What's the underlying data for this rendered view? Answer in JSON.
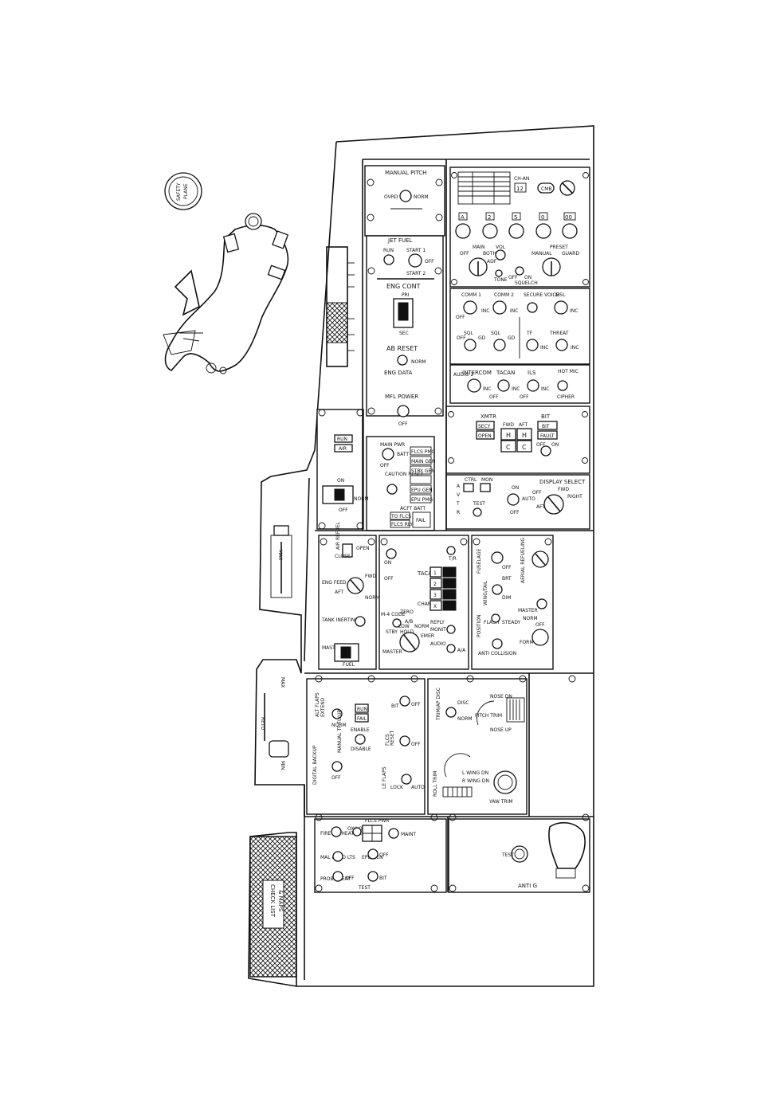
{
  "stick_button_label": "SAFETY\nPLANE",
  "manual_pitch": {
    "title": "MANUAL PITCH",
    "left": "OVRD",
    "right": "NORM"
  },
  "jet_fuel": {
    "title": "JET FUEL",
    "run": "RUN",
    "start1": "START 1",
    "start2": "START 2",
    "off": "OFF"
  },
  "eng_cont": {
    "title": "ENG CONT",
    "pri": "PRI",
    "sec": "SEC"
  },
  "ab_reset": {
    "title": "AB RESET",
    "norm": "NORM",
    "eng_data": "ENG DATA"
  },
  "mfl_power": {
    "title": "MFL POWER",
    "off": "OFF"
  },
  "comm_radio": {
    "ch_label": "CH-AN",
    "ch_value": "12",
    "chr": "CMB",
    "digits": [
      "A",
      "2",
      "5",
      "0",
      "00"
    ],
    "main": "MAIN",
    "both": "BOTH",
    "adf": "ADF",
    "vol": "VOL",
    "preset": "PRESET",
    "manual": "MANUAL",
    "guard": "GUARD",
    "off": "OFF",
    "tone": "TONE",
    "squelch": "SQUELCH",
    "on": "ON"
  },
  "audio1": {
    "comm1": "COMM 1",
    "comm2": "COMM 2",
    "secure_voice": "SECURE VOICE",
    "msl": "MSL",
    "inc": "INC",
    "off": "OFF",
    "sql": "SQL",
    "gd": "GD",
    "tf": "TF",
    "threat": "THREAT"
  },
  "audio2": {
    "side": "AUDIO 2",
    "intercom": "INTERCOM",
    "tacan": "TACAN",
    "ils": "ILS",
    "hot_mic": "HOT MIC",
    "inc": "INC",
    "off": "OFF",
    "cipher": "CIPHER"
  },
  "xmtr": {
    "title": "XMTR",
    "bit": "BIT",
    "secy": "SECY",
    "open": "OPEN",
    "fwd": "FWD",
    "aft": "AFT",
    "h": "H",
    "c": "C",
    "fault": "FAULT",
    "off": "OFF",
    "on": "ON"
  },
  "ant": {
    "ctrl": "CTRL",
    "mon": "MON",
    "test": "TEST",
    "side": [
      "A",
      "V",
      "T",
      "R"
    ],
    "display_select": "DISPLAY SELECT",
    "on": "ON",
    "auto": "AUTO",
    "off": "OFF",
    "aft": "AFT",
    "fwd": "FWD",
    "right": "RIGHT"
  },
  "main_pwr": {
    "main_pwr": "MAIN PWR",
    "batt": "BATT",
    "off": "OFF",
    "caution_reset": "CAUTION RESET",
    "elec_lights": [
      "FLCS PMG",
      "MAIN GEN",
      "STBY GEN",
      "",
      "EPU GEN",
      "EPU PMG"
    ],
    "acft_batt": "ACFT BATT",
    "to_flcs": "TO FLCS",
    "flcs rly": "FLCS RLY",
    "fail": "FAIL"
  },
  "epu": {
    "run": "RUN",
    "air": "AIR",
    "on": "ON",
    "norm": "NORM",
    "off": "OFF"
  },
  "fuel_panel": {
    "air_refuel": "AIR REFUEL",
    "open": "OPEN",
    "close": "CLOSE",
    "eng_feed": "ENG FEED",
    "aft": "AFT",
    "fwd": "FWD",
    "norm": "NORM",
    "tank_inerting": "TANK INERTING",
    "master": "MASTER",
    "fuel": "FUEL"
  },
  "ifr_iff": {
    "on": "ON",
    "off": "OFF",
    "m4_code": "M-4 CODE",
    "zero": "ZERO",
    "hold": "HOLD",
    "a_b": "A/B",
    "tacan": "TACAN",
    "channel": "CHANNEL",
    "master": "MASTER",
    "stby": "STBY",
    "norm": "NORM",
    "emer": "EMER",
    "low": "LOW",
    "reply": "REPLY",
    "monitor": "MONITOR",
    "audio": "AUDIO",
    "tr": "T/R",
    "aa": "A/A",
    "tacan_channels": [
      "1",
      "2",
      "3",
      "X"
    ]
  },
  "ext_lighting": {
    "fuselage": "FUSELAGE",
    "wing_tail": "WING/TAIL",
    "position": "POSITION",
    "brt": "BRT",
    "dim": "DIM",
    "off": "OFF",
    "flash": "FLASH",
    "steady": "STEADY",
    "anti_collision": "ANTI COLLISION",
    "aerial_refueling": "AERIAL REFUELING",
    "master": "MASTER",
    "norm": "NORM",
    "form": "FORM"
  },
  "speedbrake": {
    "max": "MAX",
    "retd": "RETD",
    "min": "MIN"
  },
  "flight_control": {
    "alt_flaps": "ALT FLAPS",
    "extend": "EXTEND",
    "norm": "NORM",
    "digital_backup": "DIGITAL BACKUP",
    "off": "OFF",
    "manual_tf_flyup": "MANUAL TF FLYUP",
    "disable": "DISABLE",
    "enable": "ENABLE",
    "bit": "BIT",
    "flcs": "FLCS",
    "reset": "RESET",
    "le_flaps": "LE FLAPS",
    "lock": "LOCK",
    "auto": "AUTO",
    "run": "RUN",
    "fail": "FAIL"
  },
  "trim": {
    "trim_ap_disc": "TRIM/AP DISC",
    "disc": "DISC",
    "norm": "NORM",
    "pitch_trim": "PITCH TRIM",
    "nose_dn": "NOSE DN",
    "nose_up": "NOSE UP",
    "roll_trim": "ROLL TRIM",
    "yaw_trim": "YAW TRIM",
    "l_wing_dn": "L WING DN",
    "r_wing_dn": "R WING DN"
  },
  "test_panel": {
    "fire_oheat": "FIRE & OHEAT DETECT",
    "oxy_qty": "OXY QTY",
    "mal_ind": "MAL & IND LTS",
    "probe_heat": "PROBE HEAT",
    "test": "TEST",
    "off": "OFF",
    "flcs_pwr": "FLCS PWR",
    "epu_gen": "EPU GEN",
    "maint": "MAINT",
    "bit": "BIT",
    "side": "TEST"
  },
  "anti_g": {
    "side": "ANTI G",
    "test": "TEST"
  },
  "checklist": "CHECK LIST\n& MAPS"
}
